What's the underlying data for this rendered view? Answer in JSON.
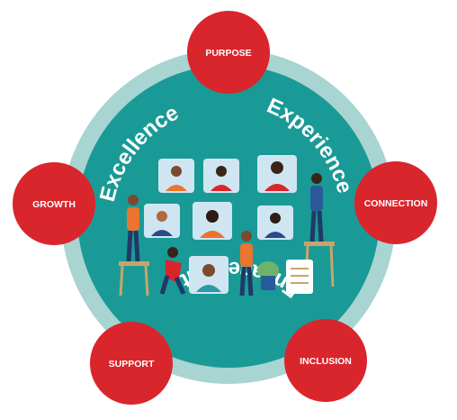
{
  "diagram": {
    "center_words": {
      "excellence": "Excellence",
      "experience": "Experience",
      "engagement": "Engagement"
    },
    "nodes": [
      {
        "key": "purpose",
        "label": "PURPOSE"
      },
      {
        "key": "connection",
        "label": "CONNECTION"
      },
      {
        "key": "inclusion",
        "label": "INCLUSION"
      },
      {
        "key": "support",
        "label": "SUPPORT"
      },
      {
        "key": "growth",
        "label": "GROWTH"
      }
    ],
    "colors": {
      "node_red": "#d9252c",
      "outer_ring": "#9fcfcd",
      "inner_disc": "#1a9a96",
      "tile": "#cfe6f2",
      "text": "#ffffff"
    },
    "icons": [
      "person-icon",
      "ladder-icon",
      "plant-icon",
      "clipboard-icon"
    ]
  }
}
